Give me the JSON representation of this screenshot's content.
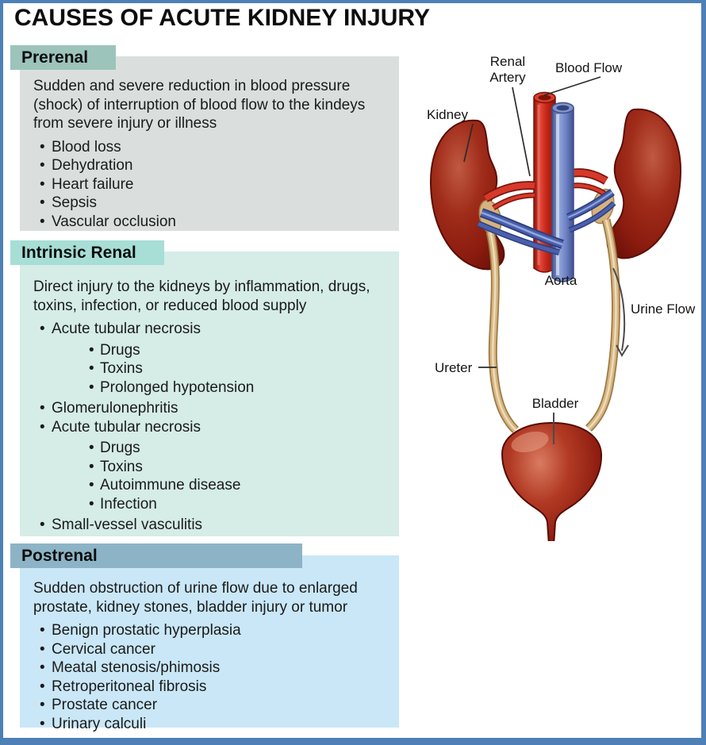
{
  "title": "CAUSES OF ACUTE KIDNEY INJURY",
  "sections": [
    {
      "heading": "Prerenal",
      "description": "Sudden and severe reduction in blood pressure (shock) of interruption of blood flow to the kindeys from severe injury or illness",
      "items": [
        {
          "label": "Blood loss",
          "level": 1
        },
        {
          "label": "Dehydration",
          "level": 1
        },
        {
          "label": "Heart failure",
          "level": 1
        },
        {
          "label": "Sepsis",
          "level": 1
        },
        {
          "label": "Vascular occlusion",
          "level": 1
        }
      ],
      "header_bg": "#9cc4bb",
      "body_bg": "#dadfdd"
    },
    {
      "heading": "Intrinsic Renal",
      "description": "Direct injury to the kidneys by inflammation, drugs, toxins, infection, or reduced blood supply",
      "items": [
        {
          "label": "Acute tubular necrosis",
          "level": 1
        },
        {
          "label": "Drugs",
          "level": 2
        },
        {
          "label": "Toxins",
          "level": 2
        },
        {
          "label": "Prolonged hypotension",
          "level": 2
        },
        {
          "label": "Glomerulonephritis",
          "level": 1
        },
        {
          "label": "Acute tubular necrosis",
          "level": 1
        },
        {
          "label": "Drugs",
          "level": 2
        },
        {
          "label": "Toxins",
          "level": 2
        },
        {
          "label": "Autoimmune disease",
          "level": 2
        },
        {
          "label": "Infection",
          "level": 2
        },
        {
          "label": "Small-vessel vasculitis",
          "level": 1
        }
      ],
      "header_bg": "#a7ded6",
      "body_bg": "#d5ece7"
    },
    {
      "heading": "Postrenal",
      "description": "Sudden obstruction of urine flow due to enlarged prostate, kidney stones, bladder injury or tumor",
      "items": [
        {
          "label": "Benign prostatic hyperplasia",
          "level": 1
        },
        {
          "label": "Cervical cancer",
          "level": 1
        },
        {
          "label": "Meatal stenosis/phimosis",
          "level": 1
        },
        {
          "label": "Retroperitoneal fibrosis",
          "level": 1
        },
        {
          "label": "Prostate cancer",
          "level": 1
        },
        {
          "label": "Urinary calculi",
          "level": 1
        }
      ],
      "header_bg": "#8db4c6",
      "body_bg": "#c9e7f7"
    }
  ],
  "diagram": {
    "labels": {
      "kidney": "Kidney",
      "renal_artery": [
        "Renal",
        "Artery"
      ],
      "blood_flow": "Blood Flow",
      "aorta": "Aorta",
      "urine_flow": "Urine Flow",
      "ureter": "Ureter",
      "bladder": "Bladder"
    }
  },
  "colors": {
    "frame_border": "#4d80b6",
    "kidney_red": "#9c2c1a",
    "artery_red": "#cc2a18",
    "vein_blue": "#6b7fc0",
    "ureter_tan": "#d6b27e",
    "bladder_red": "#8e1d10"
  }
}
